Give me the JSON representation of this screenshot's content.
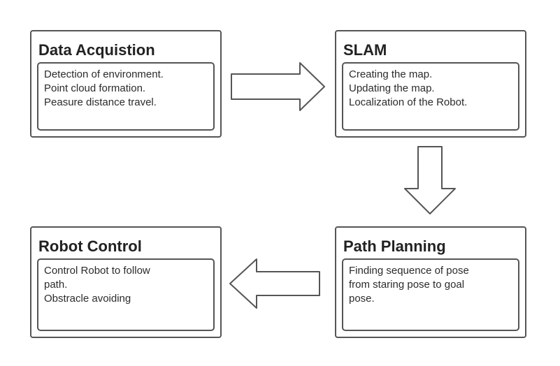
{
  "diagram": {
    "blocks": [
      {
        "title": "Data Acquistion",
        "lines": [
          "Detection of environment.",
          "Point cloud formation.",
          "Peasure distance travel."
        ]
      },
      {
        "title": "SLAM",
        "lines": [
          "Creating the map.",
          "Updating the map.",
          "Localization of the Robot."
        ]
      },
      {
        "title": "Path Planning",
        "lines": [
          "Finding sequence of pose",
          "from staring pose to goal",
          "pose."
        ]
      },
      {
        "title": "Robot Control",
        "lines": [
          "Control Robot to follow",
          "path.",
          "Obstracle avoiding"
        ]
      }
    ],
    "arrows": [
      {
        "from": "Data Acquistion",
        "to": "SLAM",
        "direction": "right"
      },
      {
        "from": "SLAM",
        "to": "Path Planning",
        "direction": "down"
      },
      {
        "from": "Path Planning",
        "to": "Robot Control",
        "direction": "left"
      }
    ],
    "colors": {
      "border": "#555555",
      "text": "#2b2b2b",
      "background": "#ffffff"
    }
  }
}
